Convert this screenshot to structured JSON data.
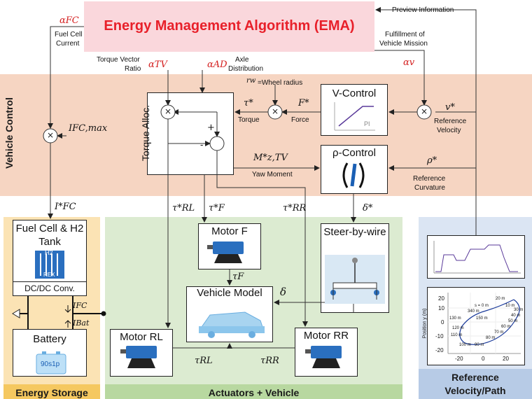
{
  "header": {
    "title": "Energy Management Algorithm (EMA)"
  },
  "zones": {
    "vehicle_control": "Vehicle Control",
    "energy_storage": "Energy Storage",
    "actuators_vehicle": "Actuators + Vehicle",
    "reference_line1": "Reference",
    "reference_line2": "Velocity/Path"
  },
  "blocks": {
    "torque_alloc": "Torque Alloc.",
    "v_control": "V-Control",
    "rho_control": "ρ-Control",
    "motor_f": "Motor F",
    "motor_rl": "Motor RL",
    "motor_rr": "Motor RR",
    "vehicle_model": "Vehicle Model",
    "steer_by_wire": "Steer-by-wire",
    "fuel_cell": "Fuel Cell & H2 Tank",
    "h2_label": "H2",
    "rex_label": "REX",
    "dcdc": "DC/DC Conv.",
    "battery": "Battery",
    "battery_label": "90s1p",
    "pi_label": "PI"
  },
  "labels": {
    "preview_information": "Preview Information",
    "fulfillment_1": "Fulfillment of",
    "fulfillment_2": "Vehicle Mission",
    "fuel_cell_current_1": "Fuel Cell",
    "fuel_cell_current_2": "Current",
    "torque_vector_1": "Torque Vector",
    "torque_vector_2": "Ratio",
    "axle_1": "Axle",
    "axle_2": "Distribution",
    "wheel_radius": "=Wheel radius",
    "torque": "Torque",
    "force": "Force",
    "ref_velocity_1": "Reference",
    "ref_velocity_2": "Velocity",
    "ref_curvature_1": "Reference",
    "ref_curvature_2": "Curvature",
    "yaw_moment": "Yaw Moment"
  },
  "symbols": {
    "alpha_fc": "αFC",
    "alpha_tv": "αTV",
    "alpha_ad": "αAD",
    "alpha_v": "αv",
    "r_w": "rw",
    "tau_star": "τ*",
    "f_star": "F*",
    "v_star": "v*",
    "i_fc_max": "IFC,max",
    "i_fc_star": "I*FC",
    "m_z_tv": "M*z,TV",
    "rho_star": "ρ*",
    "delta_star": "δ*",
    "tau_rl_star": "τ*RL",
    "tau_f_star": "τ*F",
    "tau_rr_star": "τ*RR",
    "tau_f": "τF",
    "delta": "δ",
    "tau_rl": "τRL",
    "tau_rr": "τRR",
    "i_fc": "IFC",
    "i_bat": "IBat",
    "plus": "+",
    "minus": "-",
    "times": "×"
  },
  "trajectory_plot": {
    "ylabel": "Position y (m)",
    "yticks": [
      "20",
      "10",
      "0",
      "-10",
      "-20"
    ],
    "xticks": [
      "-20",
      "0",
      "20"
    ],
    "annotations": [
      "20 m",
      "10 m",
      "s = 0 m",
      "340 m",
      "130 m",
      "150 m",
      "120 m",
      "110 m",
      "100 m",
      "90 m",
      "80 m",
      "70 m",
      "60 m",
      "50 m",
      "40 m",
      "30 m"
    ]
  },
  "colors": {
    "header_bg": "#fad7dc",
    "header_text": "#e8202a",
    "symbol_red": "#d42020",
    "vehicle_control_bg": "#f6d5c2",
    "energy_storage_bg": "#fbe3b4",
    "energy_storage_title_bg": "#f5c860",
    "actuators_bg": "#dcebd1",
    "actuators_title_bg": "#b8d8a0",
    "reference_bg": "#dbe5f3",
    "reference_title_bg": "#b7cbe6"
  }
}
